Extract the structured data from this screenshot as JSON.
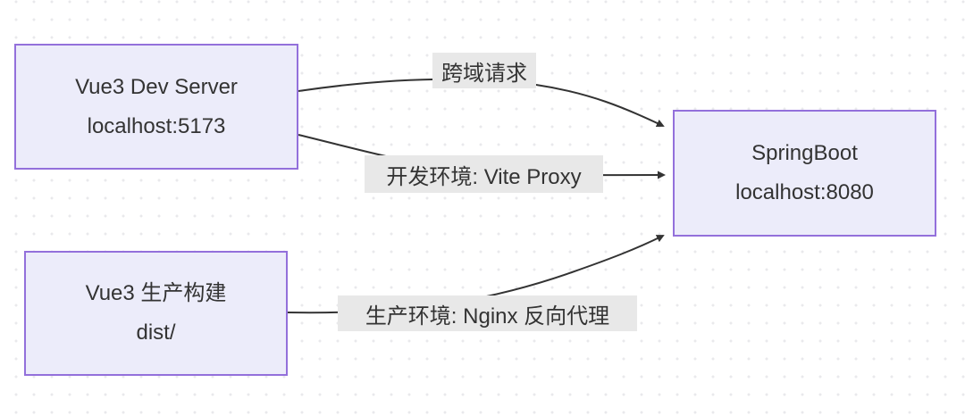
{
  "diagram": {
    "type": "flowchart",
    "nodes": {
      "dev_server": {
        "line1": "Vue3 Dev Server",
        "line2": "localhost:5173"
      },
      "prod_build": {
        "line1": "Vue3 生产构建",
        "line2": "dist/"
      },
      "springboot": {
        "line1": "SpringBoot",
        "line2": "localhost:8080"
      }
    },
    "edges": {
      "cross_origin": {
        "from": "dev_server",
        "to": "springboot",
        "label": "跨域请求"
      },
      "dev_proxy": {
        "from": "dev_server",
        "to": "springboot",
        "label": "开发环境: Vite Proxy"
      },
      "prod_proxy": {
        "from": "prod_build",
        "to": "springboot",
        "label": "生产环境: Nginx 反向代理"
      }
    },
    "colors": {
      "node_fill": "#ECECFA",
      "node_border": "#9370DB",
      "edge_stroke": "#333333",
      "edge_label_bg": "#e8e8e8",
      "text": "#333333",
      "background_dots": "#e9e9ec"
    }
  }
}
